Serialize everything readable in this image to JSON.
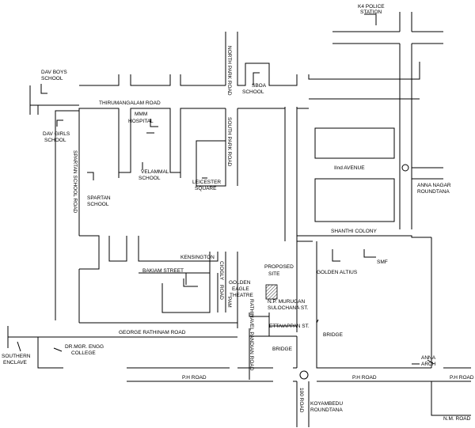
{
  "map": {
    "roads": {
      "thirumangalam": "THIRUMANGALAM ROAD",
      "north_park": "NORTH PARK ROAD",
      "south_park": "SOUTH PARK ROAD",
      "spartan_school": "SPARTAN SCHOOL ROAD",
      "second_avenue": "IInd AVENUE",
      "shanthi_colony": "SHANTHI COLONY",
      "bakiam": "BAKIAM STREET",
      "george_rathinam": "GEORGE RATHINAM ROAD",
      "rathinavel_pandian": "RATHINAVEL PANDIAN ROAD",
      "ph_left": "P.H ROAD",
      "ph_right": "P.H ROAD",
      "ph_far": "P.H ROAD",
      "road_100": "100 ROAD",
      "nm_road": "N.M. ROAD",
      "ettaiappan": "ETTAIAPPAN ST.",
      "np_murugan": "N.P. MURUGAN",
      "sulochana": "SULOCHANA ST.",
      "ciogly": "CIOGLY",
      "mapam": "PAM",
      "road_small": "ROAD"
    },
    "landmarks": {
      "k4_police_1": "K4 POLICE",
      "k4_police_2": "STATION",
      "dav_boys_1": "DAV BOYS",
      "dav_boys_2": "SCHOOL",
      "dav_girls_1": "DAV GIRLS",
      "dav_girls_2": "SCHOOL",
      "sboa_1": "SBOA",
      "sboa_2": "SCHOOL",
      "mmm_1": "MMM",
      "mmm_2": "HOSPITAL",
      "velammal_1": "VELAMMAL",
      "velammal_2": "SCHOOL",
      "leicester_1": "LEICESTER",
      "leicester_2": "SQUARE",
      "spartan_1": "SPARTAN",
      "spartan_2": "SCHOOL",
      "anna_nagar_1": "ANNA NAGAR",
      "anna_nagar_2": "ROUNDTANA",
      "kensington": "KENSINGTON",
      "golden_eagle_1": "GOLDEN",
      "golden_eagle_2": "EAGLE",
      "golden_eagle_3": "THEATRE",
      "proposed_1": "PROPOSED",
      "proposed_2": "SITE",
      "golden_altius": "GOLDEN ALTIUS",
      "smf": "SMF",
      "bridge_1": "BRIDGE",
      "bridge_2": "BRIDGE",
      "southern_1": "SOUTHERN",
      "southern_2": "ENCLAVE",
      "drmgr_1": "DR.MGR. ENGG",
      "drmgr_2": "COLLEGE",
      "anna_arch_1": "ANNA",
      "anna_arch_2": "ARCH",
      "koyambedu_1": "KOYAMBEDU",
      "koyambedu_2": "ROUNDTANA"
    }
  }
}
